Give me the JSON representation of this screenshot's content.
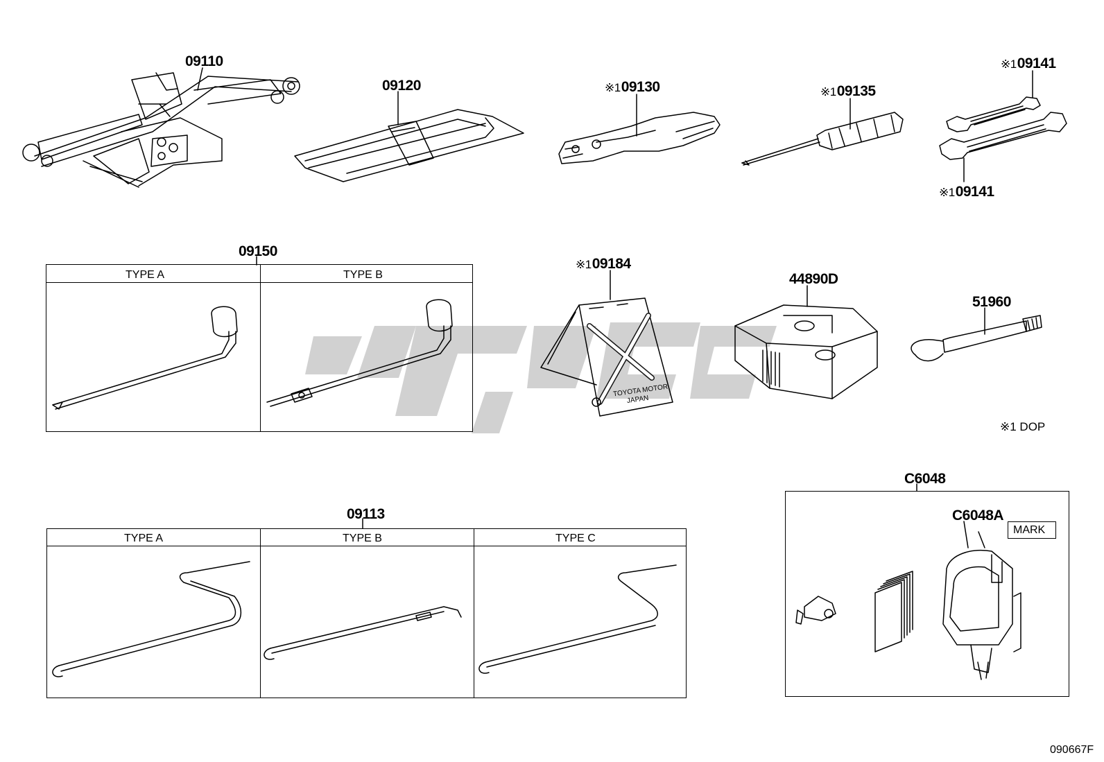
{
  "parts": {
    "jack": "09110",
    "tool_bag": "09120",
    "pliers": "09130",
    "screwdriver": "09135",
    "wrench_upper": "09141",
    "wrench_lower": "09141",
    "wheel_nut_wrench": "09150",
    "triangle": "09184",
    "sealant_box": "44890D",
    "towing_eye": "51960",
    "jack_handle": "09113",
    "repair_kit": "C6048",
    "repair_kit_sub": "C6048A"
  },
  "note_marker": "※1",
  "wheel_nut_wrench_types": [
    "TYPE A",
    "TYPE B"
  ],
  "jack_handle_types": [
    "TYPE A",
    "TYPE B",
    "TYPE C"
  ],
  "legend_note": "※1 DOP",
  "mark_label": "MARK",
  "triangle_text_1": "TOYOTA MOTOR",
  "triangle_text_2": "JAPAN",
  "figure_code": "090667F"
}
